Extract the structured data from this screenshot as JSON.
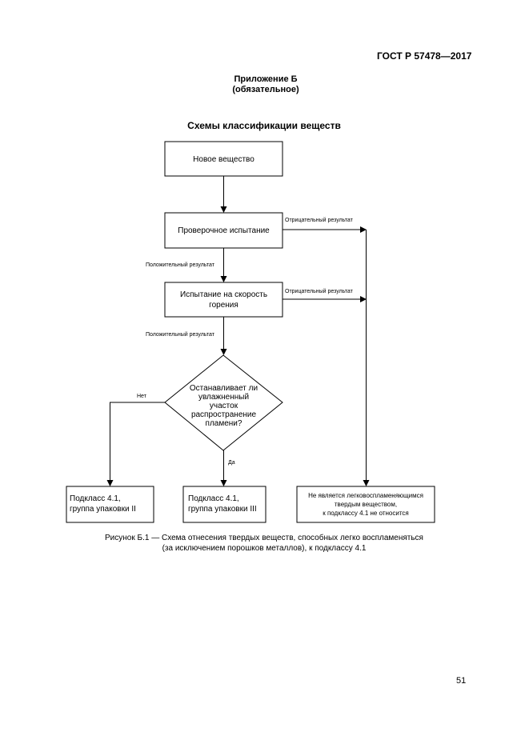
{
  "header": {
    "doc_id": "ГОСТ Р 57478—2017"
  },
  "appendix": {
    "title": "Приложение Б",
    "subtitle": "(обязательное)"
  },
  "scheme": {
    "title": "Схемы классификации веществ",
    "nodes": {
      "new_substance": "Новое вещество",
      "screening_test": "Проверочное испытание",
      "burn_rate_line1": "Испытание на скорость",
      "burn_rate_line2": "горения",
      "decision_line1": "Останавливает ли",
      "decision_line2": "увлажненный",
      "decision_line3": "участок",
      "decision_line4": "распространение",
      "decision_line5": "пламени?",
      "result_ii_line1": "Подкласс 4.1,",
      "result_ii_line2": "группа упаковки II",
      "result_iii_line1": "Подкласс 4.1,",
      "result_iii_line2": "группа упаковки III",
      "not_flammable_line1": "Не является легковоспламеняющимся",
      "not_flammable_line2": "твердым веществом,",
      "not_flammable_line3": "к подклассу 4.1 не относится"
    },
    "edges": {
      "negative_1": "Отрицательный результат",
      "positive_1": "Положительный результат",
      "negative_2": "Отрицательный результат",
      "positive_2": "Положительный результат",
      "no": "Нет",
      "yes": "Да"
    }
  },
  "caption": {
    "line1": "Рисунок Б.1 — Схема отнесения твердых веществ, способных легко воспламеняться",
    "line2": "(за исключением порошков металлов), к подклассу 4.1"
  },
  "page_number": "51"
}
